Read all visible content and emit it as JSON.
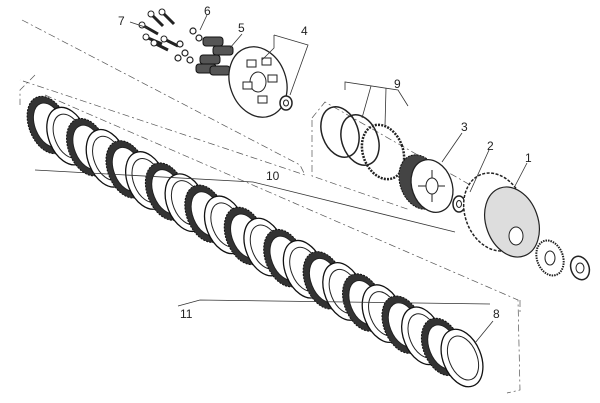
{
  "diagram": {
    "callouts": [
      {
        "id": "1",
        "label": "1"
      },
      {
        "id": "2",
        "label": "2"
      },
      {
        "id": "3",
        "label": "3"
      },
      {
        "id": "4",
        "label": "4"
      },
      {
        "id": "5",
        "label": "5"
      },
      {
        "id": "6",
        "label": "6"
      },
      {
        "id": "7",
        "label": "7"
      },
      {
        "id": "8",
        "label": "8"
      },
      {
        "id": "9",
        "label": "9"
      },
      {
        "id": "10",
        "label": "10"
      },
      {
        "id": "11",
        "label": "11"
      }
    ],
    "components": {
      "clutch_plates": 22,
      "pushrod_springs": 5,
      "bolts": 6,
      "snap_rings": 3
    }
  }
}
